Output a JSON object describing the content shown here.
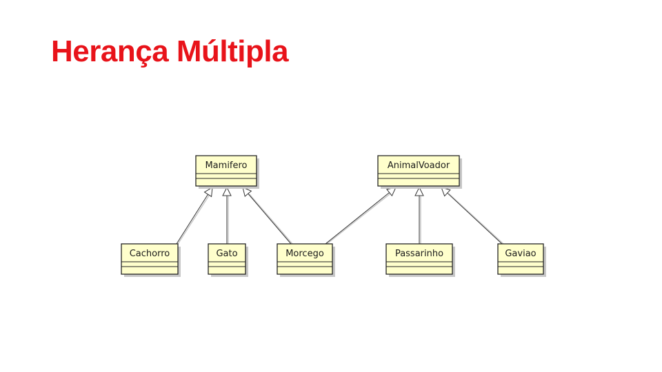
{
  "slide": {
    "title": "Herança Múltipla"
  },
  "colors": {
    "title": "#e8131a",
    "class_fill": "#ffffcc",
    "class_border": "#222222",
    "shadow": "#c8c8c8",
    "connector": "#333333"
  },
  "diagram": {
    "classes": [
      {
        "id": "mamifero",
        "name": "Mamifero"
      },
      {
        "id": "animalvoador",
        "name": "AnimalVoador"
      },
      {
        "id": "cachorro",
        "name": "Cachorro"
      },
      {
        "id": "gato",
        "name": "Gato"
      },
      {
        "id": "morcego",
        "name": "Morcego"
      },
      {
        "id": "passarinho",
        "name": "Passarinho"
      },
      {
        "id": "gaviao",
        "name": "Gaviao"
      }
    ],
    "generalizations": [
      {
        "from": "cachorro",
        "to": "mamifero"
      },
      {
        "from": "gato",
        "to": "mamifero"
      },
      {
        "from": "morcego",
        "to": "mamifero"
      },
      {
        "from": "morcego",
        "to": "animalvoador"
      },
      {
        "from": "passarinho",
        "to": "animalvoador"
      },
      {
        "from": "gaviao",
        "to": "animalvoador"
      }
    ]
  }
}
